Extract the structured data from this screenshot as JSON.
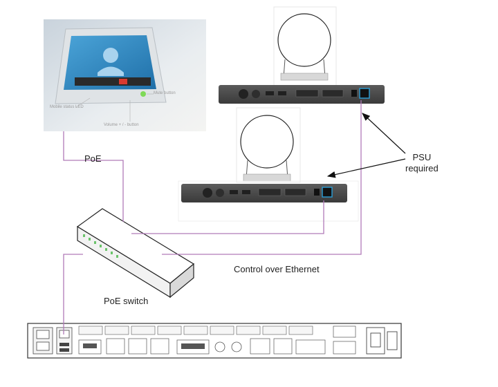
{
  "labels": {
    "poe": "PoE",
    "poe_switch": "PoE switch",
    "control_over_ethernet": "Control over Ethernet",
    "psu_line1": "PSU",
    "psu_line2": "required",
    "mute_button": "Mute button",
    "status_led": "Mobile status LED",
    "volume_button": "Volume + / - button"
  },
  "colors": {
    "cable": "#b07ab8",
    "arrow": "#111111",
    "device_dark": "#4a4a4a",
    "device_light": "#e6e6e6",
    "port_blue": "#2a9fd8"
  }
}
